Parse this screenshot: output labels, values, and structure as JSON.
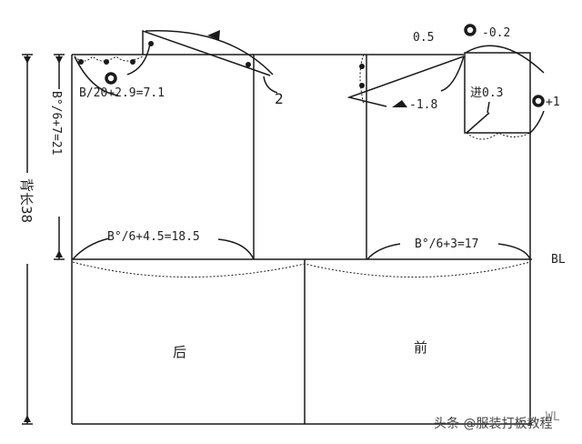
{
  "labels": {
    "back_neck_width": "B/20+2.9=7.1",
    "back_shoulder_slope": "2",
    "back_width": "B°/6+4.5=18.5",
    "armhole_depth": "B°/6+7=21",
    "back_length": "背长38",
    "front_neck_offset": "0.5",
    "front_neck_depth_adj": "-0.2",
    "front_shoulder": "-1.8",
    "front_dart_in": "进0.3",
    "front_neck_width_adj": "+1",
    "front_width": "B°/6+3=17",
    "bust_line": "BL",
    "back_panel": "后",
    "front_panel": "前",
    "waist_line": "WL"
  },
  "watermark": "头条 @服装打板教程",
  "colors": {
    "line": "#1a1a1a",
    "background": "#ffffff"
  }
}
